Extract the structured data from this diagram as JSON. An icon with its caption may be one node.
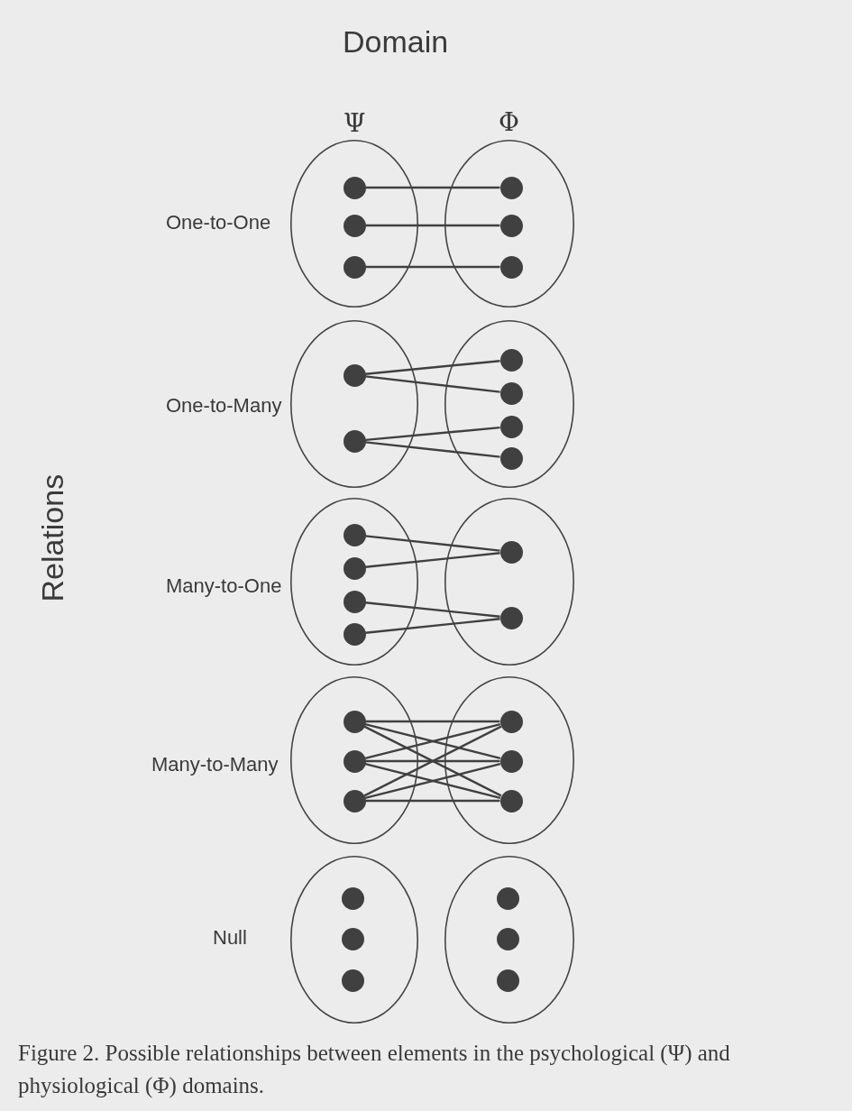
{
  "diagram": {
    "caption": "Figure 2. Possible relationships between elements in the psychological (Ψ) and physiological (Φ) domains.",
    "nodes": [
      {
        "text": [],
        "shape": "ellipse"
      },
      {
        "text": [],
        "shape": "circle",
        "in": 0
      },
      {
        "text": [],
        "shape": "circle",
        "in": 0
      },
      {
        "text": [],
        "shape": "circle",
        "in": 0
      },
      {
        "text": [],
        "shape": "ellipse"
      },
      {
        "text": [],
        "shape": "circle",
        "in": 4
      },
      {
        "text": [],
        "shape": "circle",
        "in": 4
      },
      {
        "text": [],
        "shape": "circle",
        "in": 4
      },
      {
        "text": [],
        "shape": "ellipse"
      },
      {
        "text": [],
        "shape": "circle",
        "in": 8
      },
      {
        "text": [],
        "shape": "circle",
        "in": 8
      },
      {
        "text": [],
        "shape": "ellipse"
      },
      {
        "text": [],
        "shape": "circle",
        "in": 11
      },
      {
        "text": [],
        "shape": "circle",
        "in": 11
      },
      {
        "text": [],
        "shape": "circle",
        "in": 11
      },
      {
        "text": [],
        "shape": "circle",
        "in": 11
      },
      {
        "text": [],
        "shape": "ellipse"
      },
      {
        "text": [],
        "shape": "circle",
        "in": 16
      },
      {
        "text": [],
        "shape": "circle",
        "in": 16
      },
      {
        "text": [],
        "shape": "circle",
        "in": 16
      },
      {
        "text": [],
        "shape": "circle",
        "in": 16
      },
      {
        "text": [],
        "shape": "ellipse"
      },
      {
        "text": [],
        "shape": "circle",
        "in": 21
      },
      {
        "text": [],
        "shape": "circle",
        "in": 21
      },
      {
        "text": [],
        "shape": "ellipse"
      },
      {
        "text": [],
        "shape": "circle",
        "in": 24
      },
      {
        "text": [],
        "shape": "circle",
        "in": 24
      },
      {
        "text": [],
        "shape": "circle",
        "in": 24
      },
      {
        "text": [],
        "shape": "ellipse"
      },
      {
        "text": [],
        "shape": "circle",
        "in": 28
      },
      {
        "text": [],
        "shape": "circle",
        "in": 28
      },
      {
        "text": [],
        "shape": "circle",
        "in": 28
      },
      {
        "text": [],
        "shape": "ellipse"
      },
      {
        "text": [],
        "shape": "circle",
        "in": 32
      },
      {
        "text": [],
        "shape": "circle",
        "in": 32
      },
      {
        "text": [],
        "shape": "circle",
        "in": 32
      },
      {
        "text": [],
        "shape": "ellipse"
      },
      {
        "text": [],
        "shape": "circle",
        "in": 36
      },
      {
        "text": [],
        "shape": "circle",
        "in": 36
      },
      {
        "text": [],
        "shape": "circle",
        "in": 36
      }
    ],
    "edges": [
      {
        "from": 1,
        "to": 5,
        "arrow": "none"
      },
      {
        "from": 2,
        "to": 6,
        "arrow": "none"
      },
      {
        "from": 3,
        "to": 7,
        "arrow": "none"
      },
      {
        "from": 9,
        "to": 12,
        "arrow": "none"
      },
      {
        "from": 9,
        "to": 13,
        "arrow": "none"
      },
      {
        "from": 10,
        "to": 14,
        "arrow": "none"
      },
      {
        "from": 10,
        "to": 15,
        "arrow": "none"
      },
      {
        "from": 17,
        "to": 22,
        "arrow": "none"
      },
      {
        "from": 18,
        "to": 22,
        "arrow": "none"
      },
      {
        "from": 19,
        "to": 23,
        "arrow": "none"
      },
      {
        "from": 20,
        "to": 23,
        "arrow": "none"
      },
      {
        "from": 25,
        "to": 29,
        "arrow": "none"
      },
      {
        "from": 25,
        "to": 30,
        "arrow": "none"
      },
      {
        "from": 25,
        "to": 31,
        "arrow": "none"
      },
      {
        "from": 26,
        "to": 29,
        "arrow": "none"
      },
      {
        "from": 26,
        "to": 30,
        "arrow": "none"
      },
      {
        "from": 26,
        "to": 31,
        "arrow": "none"
      },
      {
        "from": 27,
        "to": 29,
        "arrow": "none"
      },
      {
        "from": 27,
        "to": 30,
        "arrow": "none"
      },
      {
        "from": 27,
        "to": 31,
        "arrow": "none"
      }
    ],
    "labels": [
      "Domain",
      "Ψ",
      "Φ",
      "Relations",
      "One-to-One",
      "One-to-Many",
      "Many-to-One",
      "Many-to-Many",
      "Null"
    ]
  }
}
